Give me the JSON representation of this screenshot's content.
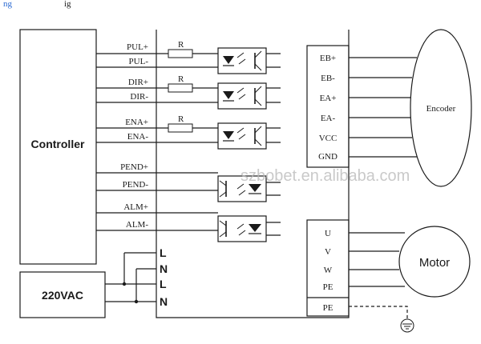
{
  "header_fragment": "ng  ig",
  "controller": {
    "label": "Controller"
  },
  "power": {
    "label": "220VAC"
  },
  "signals": {
    "pul_plus": "PUL+",
    "pul_minus": "PUL-",
    "dir_plus": "DIR+",
    "dir_minus": "DIR-",
    "ena_plus": "ENA+",
    "ena_minus": "ENA-",
    "pend_plus": "PEND+",
    "pend_minus": "PEND-",
    "alm_plus": "ALM+",
    "alm_minus": "ALM-"
  },
  "resistor_label": "R",
  "power_terminals": [
    "L",
    "N",
    "L",
    "N"
  ],
  "encoder": {
    "label": "Encoder",
    "pins": [
      "EB+",
      "EB-",
      "EA+",
      "EA-",
      "VCC",
      "GND"
    ]
  },
  "motor": {
    "label": "Motor",
    "pins": [
      "U",
      "V",
      "W",
      "PE"
    ]
  },
  "ground_terminal": "PE",
  "watermark": "szbobet.en.alibaba.com",
  "colors": {
    "line": "#1a1a1a",
    "watermark": "#b8b8b8",
    "link": "#2a6ad2"
  }
}
